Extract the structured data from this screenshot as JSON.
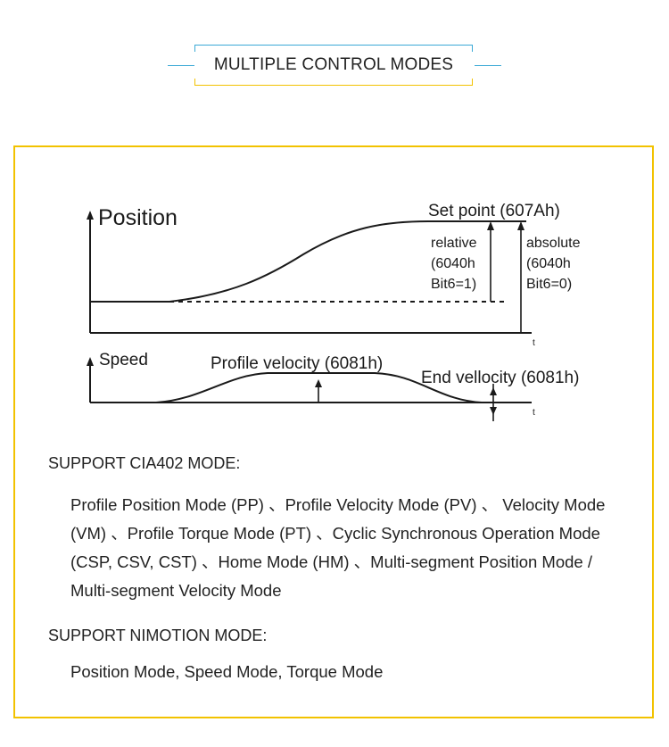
{
  "title": "MULTIPLE CONTROL MODES",
  "diagram": {
    "position_label": "Position",
    "set_point_label": "Set point (607Ah)",
    "relative_label": [
      "relative",
      "(6040h",
      "Bit6=1)"
    ],
    "absolute_label": [
      "absolute",
      "(6040h",
      "Bit6=0)"
    ],
    "time_label": "t",
    "speed_label": "Speed",
    "profile_velocity_label": "Profile velocity (6081h)",
    "end_velocity_label": "End vellocity (6081h)"
  },
  "cia402": {
    "heading": "SUPPORT CIA402 MODE:",
    "text": "Profile Position Mode (PP) 、Profile Velocity Mode (PV) 、 Velocity Mode (VM) 、Profile Torque Mode (PT) 、Cyclic Synchronous Operation Mode (CSP, CSV, CST) 、Home Mode (HM) 、Multi-segment Position Mode / Multi-segment Velocity Mode"
  },
  "nimotion": {
    "heading": "SUPPORT NIMOTION MODE:",
    "text": "Position Mode, Speed Mode, Torque Mode"
  }
}
